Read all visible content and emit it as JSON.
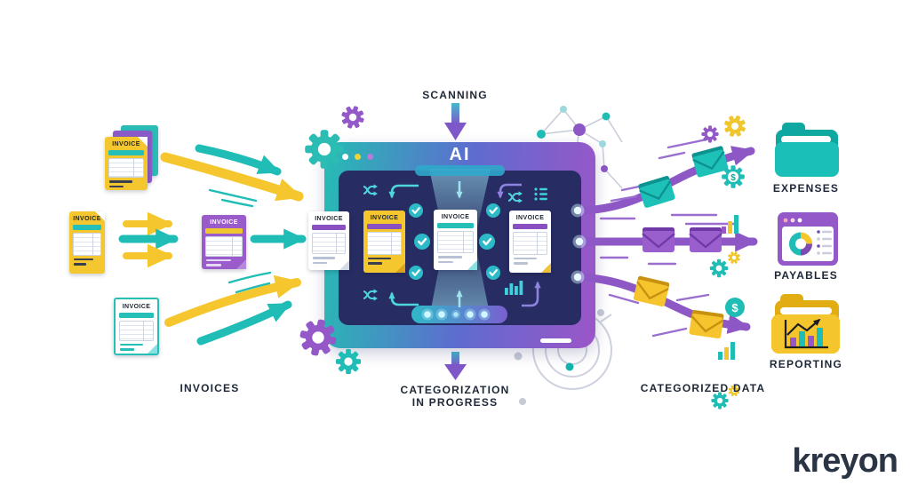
{
  "colors": {
    "teal": "#1FBDB5",
    "yellow": "#F5C62E",
    "purple": "#9458C8",
    "navy": "#272C62",
    "ink": "#1D2738",
    "gray": "#C9CEDA"
  },
  "icons": {
    "dollar": "$",
    "gear": "⚙",
    "envelope": "✉",
    "checkmark": "✓",
    "shuffle": "⇄",
    "folder": "📁",
    "bar-chart": "📊",
    "network": "✦",
    "arrow": "→"
  },
  "left_panel": {
    "caption": "INVOICES",
    "doc_title": "INVOICE"
  },
  "scanner": {
    "title": "AI",
    "top_caption": "SCANNING",
    "bottom_caption": [
      "CATEGORIZATION",
      "IN PROGRESS"
    ],
    "doc_title": "INVOICE"
  },
  "right_panel": {
    "caption": "CATEGORIZED DATA",
    "outputs": [
      {
        "label": "EXPENSES",
        "icon": "folder-icon",
        "color": "#1FBDB5"
      },
      {
        "label": "PAYABLES",
        "icon": "dashboard-icon",
        "color": "#9458C8"
      },
      {
        "label": "REPORTING",
        "icon": "report-folder-icon",
        "color": "#F5C62E"
      }
    ]
  },
  "branding": {
    "logo_text": "kreyon"
  }
}
